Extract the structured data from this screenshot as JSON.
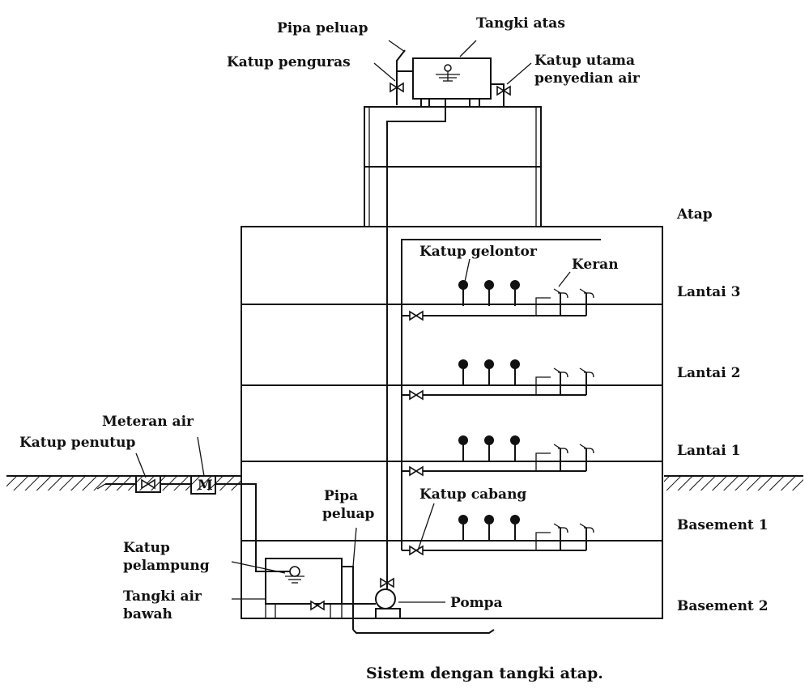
{
  "labels": {
    "pipa_peluap_top": "Pipa peluap",
    "tangki_atas": "Tangki atas",
    "katup_penguras": "Katup penguras",
    "katup_utama_1": "Katup utama",
    "katup_utama_2": "penyedian air",
    "atap": "Atap",
    "katup_gelontor": "Katup gelontor",
    "keran": "Keran",
    "lantai_3": "Lantai 3",
    "lantai_2": "Lantai 2",
    "lantai_1": "Lantai 1",
    "basement_1": "Basement 1",
    "basement_2": "Basement 2",
    "meteran_air": "Meteran air",
    "katup_penutup": "Katup penutup",
    "meter_symbol": "M",
    "pipa_peluap_bottom_1": "Pipa",
    "pipa_peluap_bottom_2": "peluap",
    "katup_cabang": "Katup cabang",
    "katup_pelampung_1": "Katup",
    "katup_pelampung_2": "pelampung",
    "tangki_air_bawah_1": "Tangki air",
    "tangki_air_bawah_2": "bawah",
    "pompa": "Pompa"
  },
  "caption": "Sistem dengan tangki atap."
}
